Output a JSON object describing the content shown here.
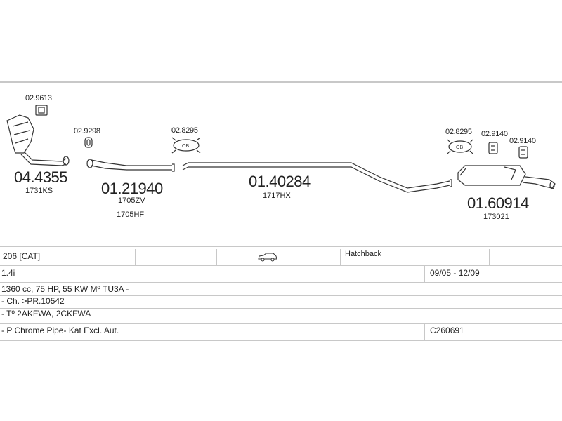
{
  "parts": {
    "part_0": {
      "code": "02.9613"
    },
    "part_1": {
      "code": "04.4355",
      "sub": "1731KS"
    },
    "part_2": {
      "code": "02.9298"
    },
    "part_3": {
      "code": "01.21940",
      "sub1": "1705ZV",
      "sub2": "1705HF"
    },
    "part_4": {
      "code": "02.8295"
    },
    "part_5": {
      "code": "01.40284",
      "sub": "1717HX"
    },
    "part_6": {
      "code": "02.8295"
    },
    "part_7": {
      "code": "02.9140"
    },
    "part_8": {
      "code": "02.9140"
    },
    "part_9": {
      "code": "01.60914",
      "sub": "173021"
    }
  },
  "vehicle": {
    "model": "206  [CAT]",
    "body": "Hatchback",
    "engine": "1.4i",
    "years": "09/05 - 12/09",
    "specs": "1360 cc, 75 HP, 55 KW Mº TU3A -",
    "chassis": "- Ch. >PR.10542",
    "types": "- Tº 2AKFWA, 2CKFWA",
    "note": "- P Chrome Pipe- Kat Excl. Aut.",
    "ref": "C260691"
  },
  "icons": {
    "car": "car-icon"
  },
  "colors": {
    "line": "#c8c8c8",
    "ink": "#222222"
  }
}
